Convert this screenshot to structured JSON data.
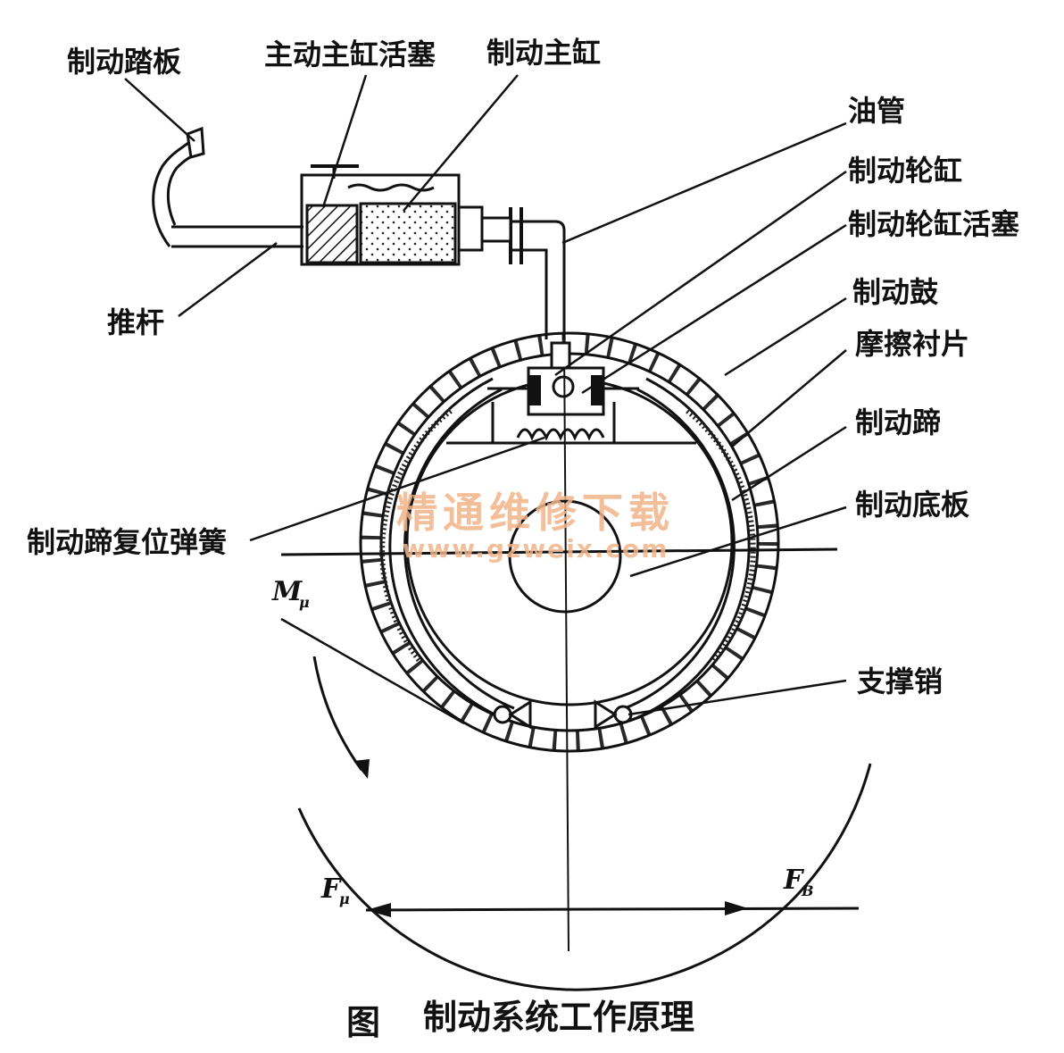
{
  "labels": {
    "brake_pedal": "制动踏板",
    "master_piston": "主动主缸活塞",
    "master_cylinder": "制动主缸",
    "oil_pipe": "油管",
    "wheel_cylinder": "制动轮缸",
    "wheel_piston": "制动轮缸活塞",
    "brake_drum": "制动鼓",
    "friction_lining": "摩擦衬片",
    "brake_shoe": "制动蹄",
    "backing_plate": "制动底板",
    "support_pin": "支撑销",
    "push_rod": "推杆",
    "return_spring": "制动蹄复位弹簧"
  },
  "symbols": {
    "moment": "M",
    "moment_sub": "μ",
    "force_mu": "F",
    "force_mu_sub": "μ",
    "force_b": "F",
    "force_b_sub": "B"
  },
  "watermark": {
    "title": "精通维修下载",
    "url": "www.gzweix.com",
    "color": "#f2b58a"
  },
  "caption": {
    "prefix": "图",
    "title": "制动系统工作原理"
  }
}
